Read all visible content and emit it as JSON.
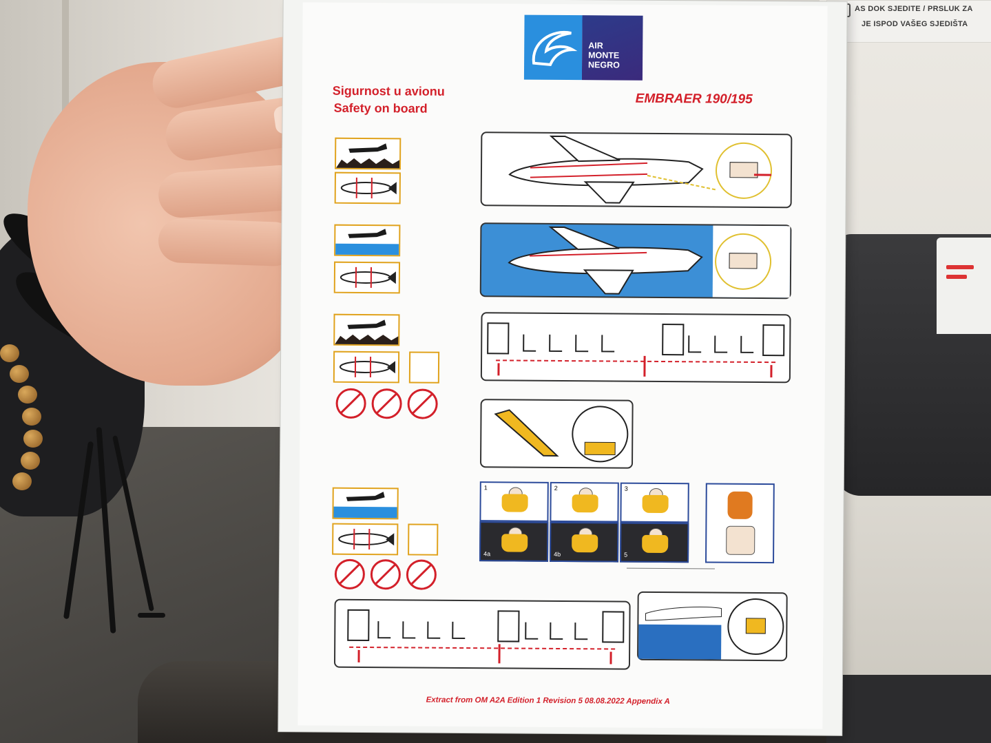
{
  "sticker": {
    "line1": "AS DOK SJEDITE / PRSLUK ZA",
    "line2": "JE ISPOD VAŠEG SJEDIŠTA"
  },
  "card": {
    "logo": {
      "line1": "AIR",
      "line2": "MONTE",
      "line3": "NEGRO"
    },
    "title_local": "Sigurnost u avionu",
    "title_en": "Safety on board",
    "aircraft": "EMBRAER 190/195",
    "footer": "Extract from OM A2A Edition 1 Revision 5  08.08.2022 Appendix A",
    "step_numbers": [
      "1",
      "2",
      "3",
      "4a",
      "4b",
      "5"
    ]
  },
  "colors": {
    "accent_red": "#d3202a",
    "logo_blue": "#2a8fde",
    "logo_navy": "#2d3b8a",
    "frame_gold": "#e0a21c",
    "water_blue": "#3c8fd6",
    "vest_yellow": "#f0b820"
  }
}
